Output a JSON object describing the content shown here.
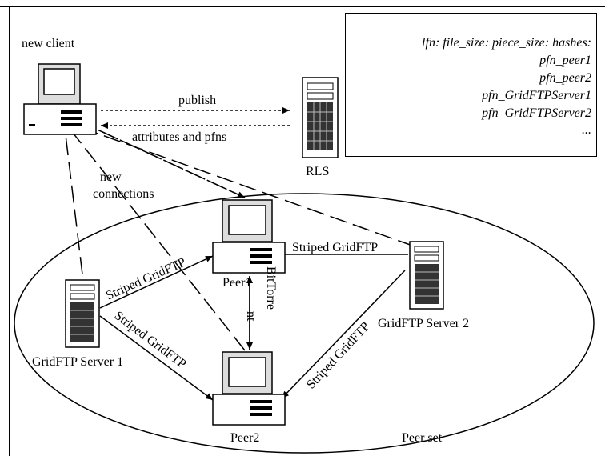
{
  "diagram": {
    "nodes": {
      "new_client": "new client",
      "rls": "RLS",
      "peer1": "Peer1",
      "peer2": "Peer2",
      "gridftp_server_1": "GridFTP Server 1",
      "gridftp_server_2": "GridFTP Server 2",
      "peer_set": "Peer set"
    },
    "edges": {
      "publish": "publish",
      "attributes_and_pfns": "attributes and pfns",
      "new_connections_line1": "new",
      "new_connections_line2": "connections",
      "striped_gs1_peer1": "Striped GridFTP",
      "striped_gs1_peer2": "Striped GridFTP",
      "striped_gs2_peer1": "Striped GridFTP",
      "striped_gs2_peer2": "Striped GridFTP",
      "bittorrent_part1": "BitTorre",
      "bittorrent_part2": "nt"
    },
    "info_box": {
      "lines": [
        "lfn: file_size: piece_size: hashes:",
        "pfn_peer1",
        "pfn_peer2",
        "pfn_GridFTPServer1",
        "pfn_GridFTPServer2",
        "..."
      ]
    }
  }
}
